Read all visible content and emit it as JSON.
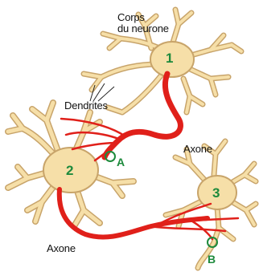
{
  "labels": {
    "cell_body": [
      "Corps",
      "du neurone"
    ],
    "dendrites": "Dendrites",
    "axon_1": "Axone",
    "axon_2": "Axone"
  },
  "neurons": [
    {
      "number": "1"
    },
    {
      "number": "2"
    },
    {
      "number": "3"
    }
  ],
  "synapses": [
    {
      "letter": "A"
    },
    {
      "letter": "B"
    }
  ],
  "colors": {
    "neuron_fill": "#f6dfa8",
    "neuron_outline": "#c8a46a",
    "axon": "#e0201a",
    "marker": "#1d8a3c",
    "label": "#111111"
  }
}
